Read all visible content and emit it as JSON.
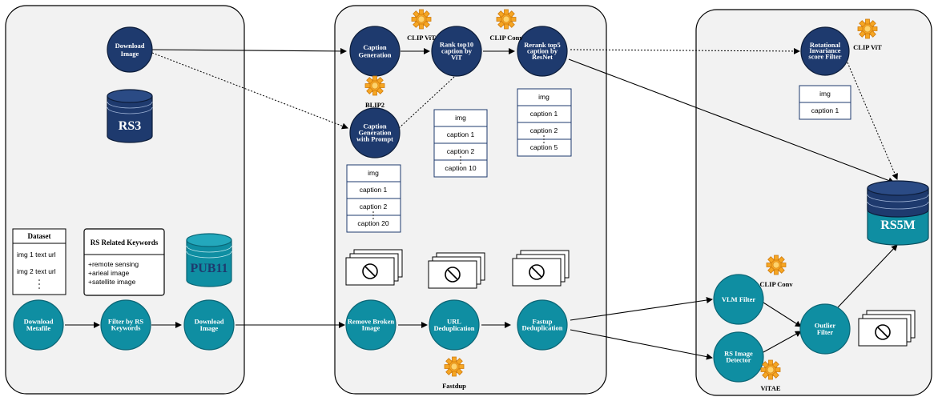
{
  "nodes": {
    "download_image_rs3": "Download Image",
    "caption_generation": "Caption Generation",
    "caption_generation_prompt": "Caption Generation with Prompt",
    "rank_top10": "Rank top10 caption by ViT",
    "rerank_top5": "Rerank top5 caption by ResNet",
    "rotational_filter": "Rotational Invariance score Filter",
    "download_metafile": "Download Metafile",
    "filter_keywords": "Filter by RS Keywords",
    "download_image_pub11": "Download Image",
    "remove_broken": "Remove Broken Image",
    "url_dedup": "URL Deduplication",
    "fastup_dedup": "Fastup Deduplication",
    "vlm_filter": "VLM Filter",
    "rs_detector": "RS Image Detector",
    "outlier_filter": "Outlier Filter"
  },
  "tools": {
    "blip2": "BLIP2",
    "clip_vit_1": "CLIP ViT",
    "clip_conv_1": "CLIP Conv",
    "clip_vit_2": "CLIP ViT",
    "clip_conv_2": "CLIP Conv",
    "vitae": "ViTAE",
    "fastdup": "Fastdup"
  },
  "databases": {
    "rs3": "RS3",
    "pub11": "PUB11",
    "rs5m": "RS5M"
  },
  "tables": {
    "captions20": [
      "img",
      "caption 1",
      "caption 2",
      "caption 20"
    ],
    "captions10": [
      "img",
      "caption 1",
      "caption 2",
      "caption 10"
    ],
    "captions5": [
      "img",
      "caption 1",
      "caption 2",
      "caption 5"
    ],
    "captions1": [
      "img",
      "caption 1"
    ]
  },
  "dataset_box": {
    "title": "Dataset",
    "row1": "img 1  text  url",
    "row2": "img 2  text  url"
  },
  "keywords_box": {
    "title": "RS Related Keywords",
    "items": [
      "+remote sensing",
      "+arieal image",
      "+satellite image"
    ]
  },
  "colors": {
    "navy": "#1e3a6e",
    "teal": "#0f8ea2",
    "gear": "#f6a623",
    "panel": "#f2f2f2"
  }
}
